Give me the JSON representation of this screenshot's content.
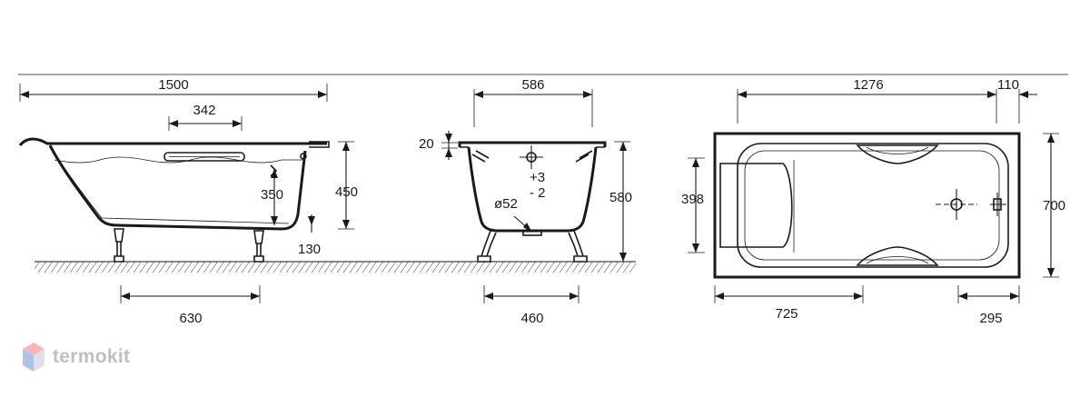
{
  "colors": {
    "line": "#1a1a1a",
    "logo_top": "#f07a80",
    "logo_left": "#6f8fe0",
    "logo_right": "#c9c2d8",
    "watermark_text": "#8a8a96"
  },
  "side_view": {
    "total_length": "1500",
    "handle_length": "342",
    "outer_height": "450",
    "inner_depth": "350",
    "leg_height": "130",
    "leg_spacing": "630"
  },
  "end_view": {
    "top_width": "586",
    "rim_height": "20",
    "total_height": "580",
    "tolerance_plus": "+3",
    "tolerance_minus": "- 2",
    "drain_diameter": "ø52",
    "leg_spacing": "460"
  },
  "top_view": {
    "inner_length": "1276",
    "rim_offset": "110",
    "width": "700",
    "inner_width": "398",
    "handle_offset": "725",
    "drain_offset": "295"
  },
  "watermark": {
    "text": "termokit"
  }
}
